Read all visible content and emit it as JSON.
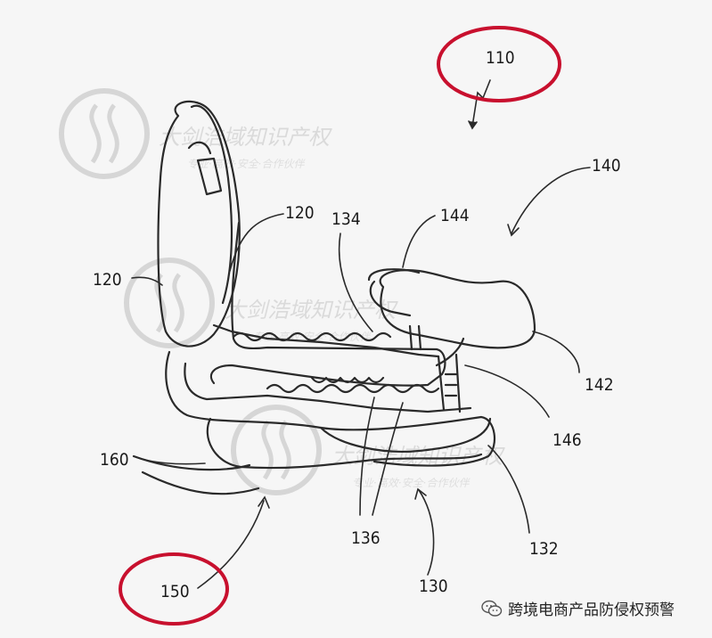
{
  "reference_labels": {
    "r110": "110",
    "r120_top": "120",
    "r120_left": "120",
    "r134": "134",
    "r144": "144",
    "r140": "140",
    "r142": "142",
    "r146": "146",
    "r160": "160",
    "r136": "136",
    "r132": "132",
    "r130": "130",
    "r150": "150"
  },
  "highlight_color": "#c8102e",
  "watermark": {
    "line1": "大剑浩域知识产权",
    "line2": "专业·高效·安全·合作伙伴"
  },
  "account": {
    "name": "跨境电商产品防侵权预警"
  }
}
